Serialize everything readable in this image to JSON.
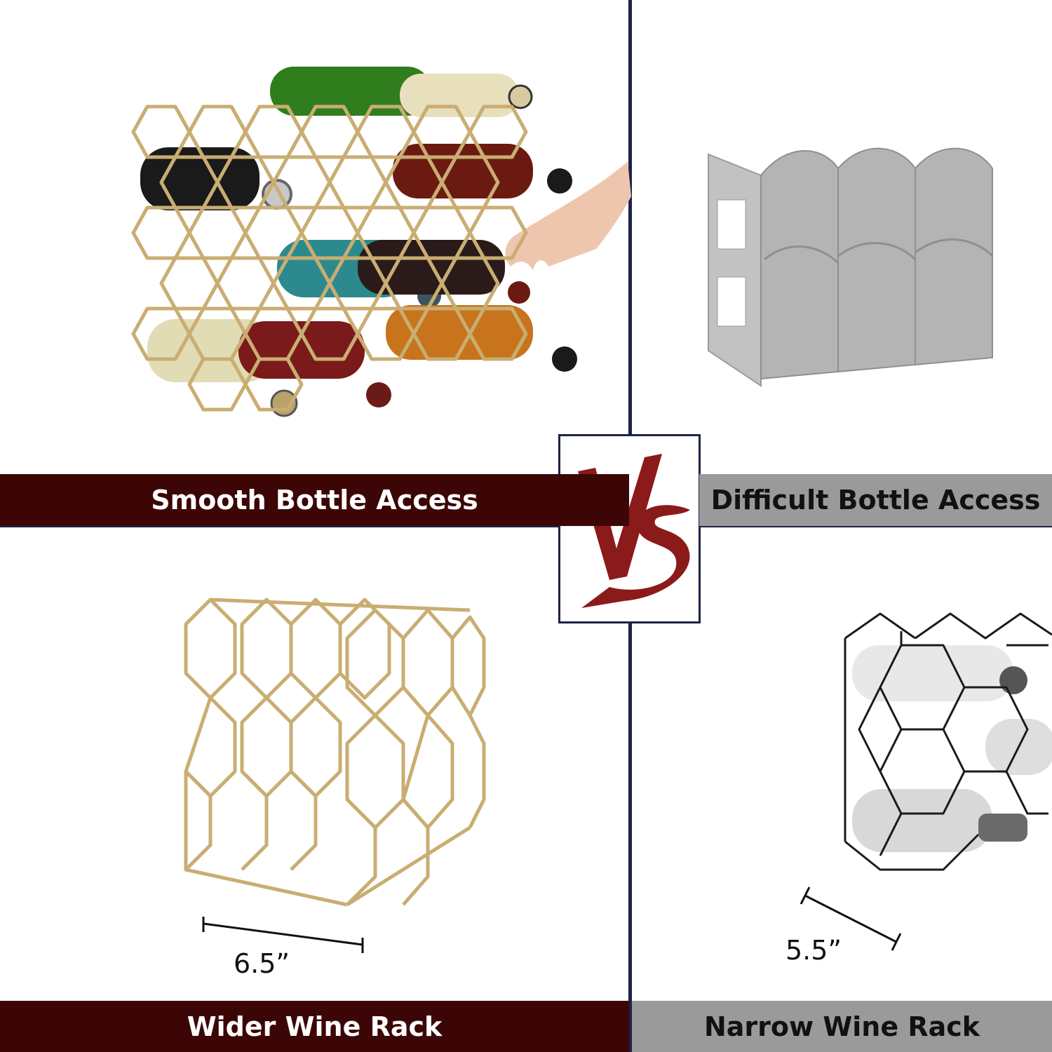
{
  "panels": {
    "top_left": {
      "label": "Smooth Bottle Access"
    },
    "top_right": {
      "label": "Difficult Bottle Access"
    },
    "bottom_left": {
      "label": "Wider Wine Rack",
      "dimension": "6.5”"
    },
    "bottom_right": {
      "label": "Narrow Wine Rack",
      "dimension": "5.5”"
    }
  },
  "vs_badge": {
    "text": "VS"
  },
  "colors": {
    "divider": "#1c2347",
    "banner_dark": "#3d0606",
    "banner_gray": "#9a9a9a",
    "vs_red": "#8b1a1a",
    "gold_wire": "#c9ad72",
    "black_wire": "#1a1a1a",
    "plastic_gray": "#bdbdbd"
  }
}
